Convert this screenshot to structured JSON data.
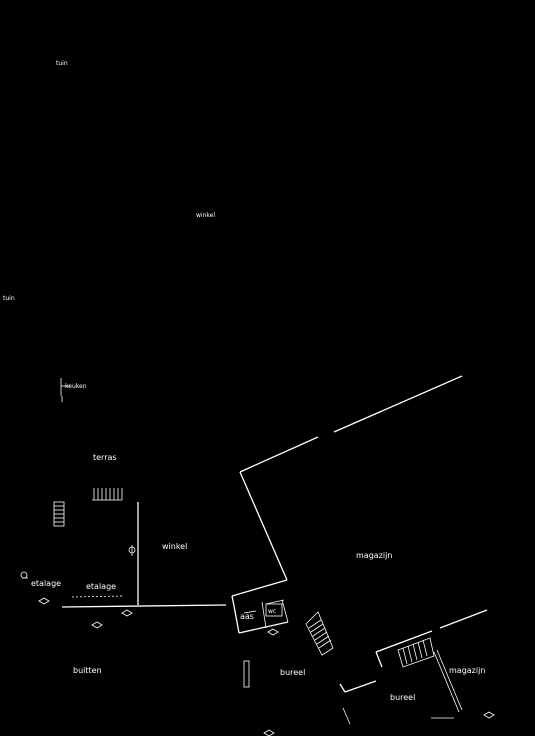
{
  "labels": {
    "tuin_top": "tuin",
    "winkel_top": "winkel",
    "tuin_left": "tuin",
    "keuken": "keuken",
    "terras": "terras",
    "winkel_ground": "winkel",
    "etalage_left": "etalage",
    "etalage_mid": "etalage",
    "magazijn_main": "magazijn",
    "aas": "aas",
    "wc": "wc",
    "buitten": "buitten",
    "bureel_center": "bureel",
    "bureel_right": "bureel",
    "magazijn_right": "magazijn"
  },
  "colors": {
    "background": "#000000",
    "line": "#ffffff"
  }
}
